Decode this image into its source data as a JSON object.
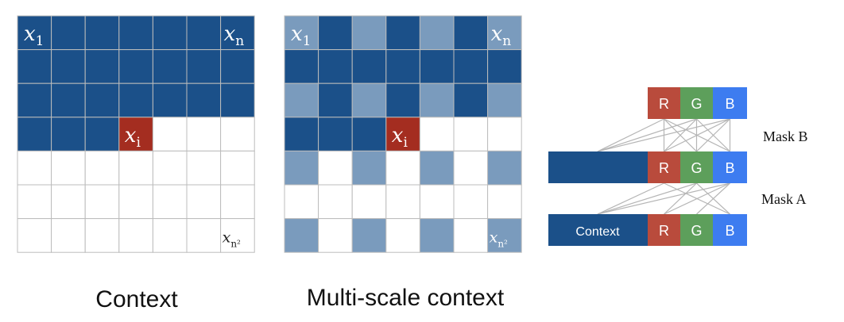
{
  "colors": {
    "dark_blue": "#1b5089",
    "light_blue": "#7a9bbd",
    "current_pixel": "#a42d20",
    "cell_border": "#bcbcbc",
    "red_channel": "#b94b3c",
    "green_channel": "#5d9f5b",
    "blue_channel": "#3d7cf0",
    "connection_line": "#b5b5b5"
  },
  "context_grid": {
    "caption": "Context",
    "rows": 7,
    "cols": 7,
    "label_first": "x",
    "label_first_sub": "1",
    "label_last_in_row": "x",
    "label_last_in_row_sub": "n",
    "label_current": "x",
    "label_current_sub": "i",
    "label_final": "x",
    "label_final_sub": "n²",
    "cells": [
      [
        "D",
        "D",
        "D",
        "D",
        "D",
        "D",
        "D"
      ],
      [
        "D",
        "D",
        "D",
        "D",
        "D",
        "D",
        "D"
      ],
      [
        "D",
        "D",
        "D",
        "D",
        "D",
        "D",
        "D"
      ],
      [
        "D",
        "D",
        "D",
        "C",
        "W",
        "W",
        "W"
      ],
      [
        "W",
        "W",
        "W",
        "W",
        "W",
        "W",
        "W"
      ],
      [
        "W",
        "W",
        "W",
        "W",
        "W",
        "W",
        "W"
      ],
      [
        "W",
        "W",
        "W",
        "W",
        "W",
        "W",
        "W"
      ]
    ]
  },
  "multiscale_grid": {
    "caption": "Multi-scale context",
    "rows": 7,
    "cols": 7,
    "label_first": "x",
    "label_first_sub": "1",
    "label_last_in_row": "x",
    "label_last_in_row_sub": "n",
    "label_current": "x",
    "label_current_sub": "i",
    "label_final": "x",
    "label_final_sub": "n²",
    "cells": [
      [
        "L",
        "D",
        "L",
        "D",
        "L",
        "D",
        "L"
      ],
      [
        "D",
        "D",
        "D",
        "D",
        "D",
        "D",
        "D"
      ],
      [
        "L",
        "D",
        "L",
        "D",
        "L",
        "D",
        "L"
      ],
      [
        "D",
        "D",
        "D",
        "C",
        "W",
        "W",
        "W"
      ],
      [
        "L",
        "W",
        "L",
        "W",
        "L",
        "W",
        "L"
      ],
      [
        "W",
        "W",
        "W",
        "W",
        "W",
        "W",
        "W"
      ],
      [
        "L",
        "W",
        "L",
        "W",
        "L",
        "W",
        "L"
      ]
    ]
  },
  "masks": {
    "channels": [
      "R",
      "G",
      "B"
    ],
    "context_label": "Context",
    "mask_b_label": "Mask B",
    "mask_a_label": "Mask A"
  }
}
